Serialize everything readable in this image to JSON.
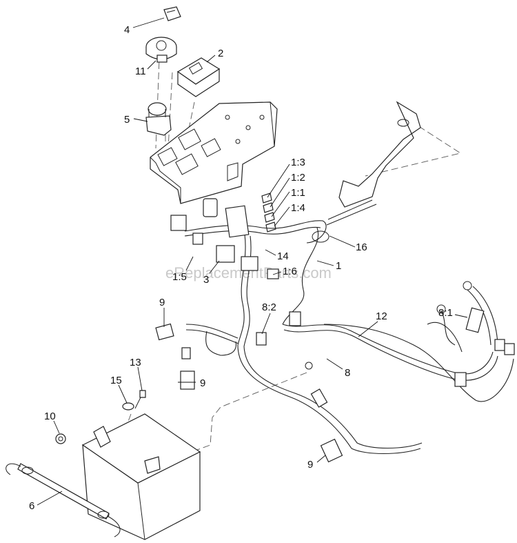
{
  "watermark": "eReplacementParts.com",
  "callouts": [
    {
      "id": "c4",
      "text": "4"
    },
    {
      "id": "c2",
      "text": "2"
    },
    {
      "id": "c11",
      "text": "11"
    },
    {
      "id": "c5",
      "text": "5"
    },
    {
      "id": "c1-3",
      "text": "1:3"
    },
    {
      "id": "c1-2",
      "text": "1:2"
    },
    {
      "id": "c1-1",
      "text": "1:1"
    },
    {
      "id": "c1-4",
      "text": "1:4"
    },
    {
      "id": "c16",
      "text": "16"
    },
    {
      "id": "c14",
      "text": "14"
    },
    {
      "id": "c1",
      "text": "1"
    },
    {
      "id": "c1-5",
      "text": "1:5"
    },
    {
      "id": "c3",
      "text": "3"
    },
    {
      "id": "c1-6",
      "text": "1:6"
    },
    {
      "id": "c9a",
      "text": "9"
    },
    {
      "id": "c8-2",
      "text": "8:2"
    },
    {
      "id": "c12",
      "text": "12"
    },
    {
      "id": "c8-1",
      "text": "8:1"
    },
    {
      "id": "c13",
      "text": "13"
    },
    {
      "id": "c15",
      "text": "15"
    },
    {
      "id": "c9b",
      "text": "9"
    },
    {
      "id": "c8",
      "text": "8"
    },
    {
      "id": "c10",
      "text": "10"
    },
    {
      "id": "c9c",
      "text": "9"
    },
    {
      "id": "c6",
      "text": "6"
    }
  ]
}
